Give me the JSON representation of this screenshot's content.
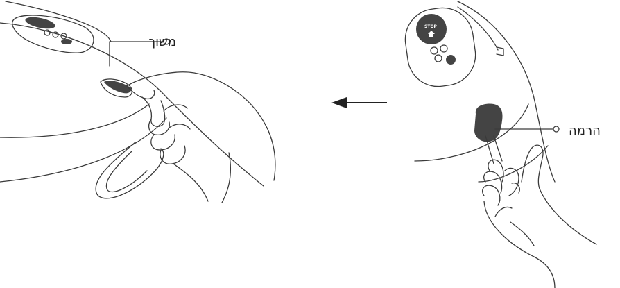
{
  "labels": {
    "pull": "משוך",
    "lift": "הרמה"
  },
  "device_panel": {
    "stop_label": "STOP"
  },
  "colors": {
    "line": "#3a3a3a",
    "fill_dark": "#444444",
    "background": "#ffffff"
  },
  "icons": {
    "direction": "arrow-left-icon",
    "stop_button": "stop-button-icon",
    "home_glyph": "home-icon"
  }
}
